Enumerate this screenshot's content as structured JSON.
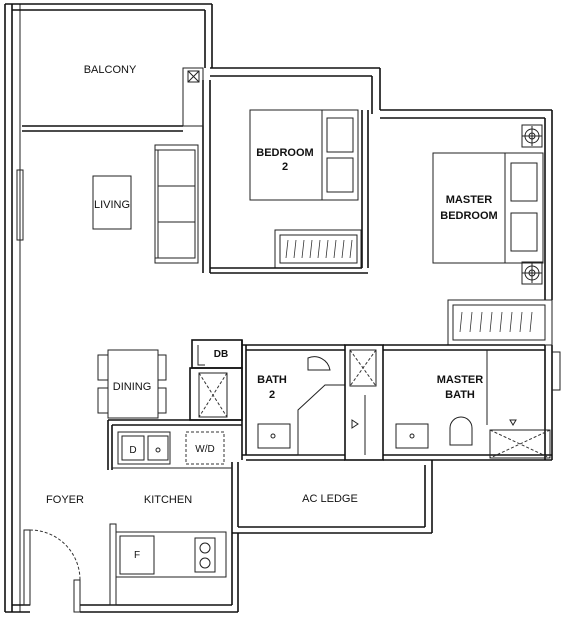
{
  "rooms": {
    "balcony": "BALCONY",
    "living": "LIVING",
    "bedroom2": [
      "BEDROOM",
      "2"
    ],
    "master_bedroom": [
      "MASTER",
      "BEDROOM"
    ],
    "db": "DB",
    "dining": "DINING",
    "bath2": [
      "BATH",
      "2"
    ],
    "master_bath": [
      "MASTER",
      "BATH"
    ],
    "foyer": "FOYER",
    "kitchen": "KITCHEN",
    "ac_ledge": "AC LEDGE"
  },
  "fixtures": {
    "dryer": "D",
    "washer_dryer": "W/D",
    "fridge": "F"
  }
}
